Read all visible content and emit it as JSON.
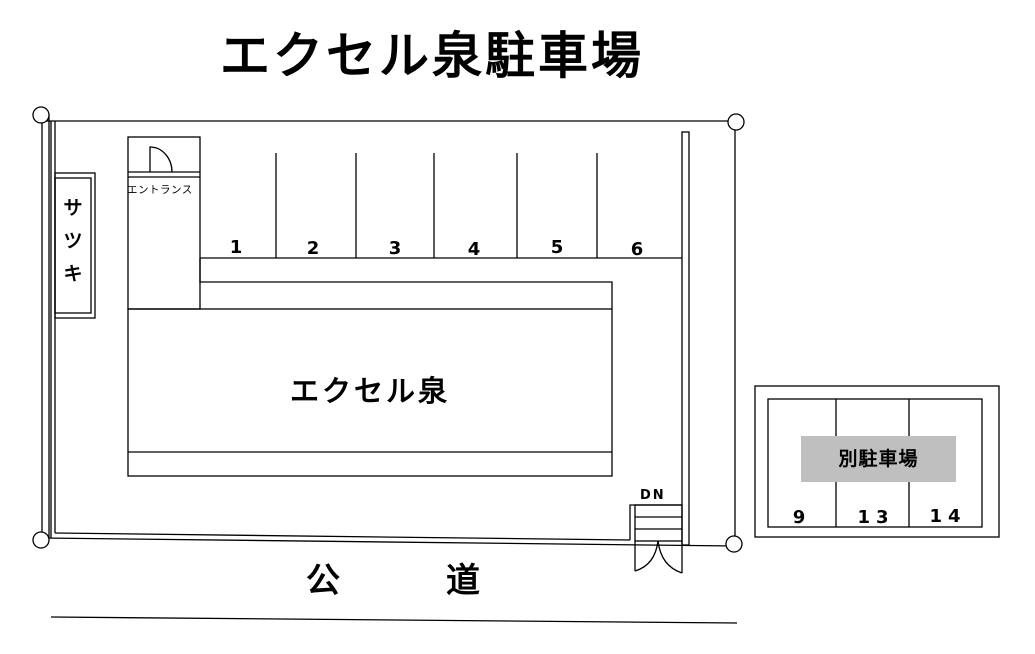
{
  "title": "エクセル泉駐車場",
  "building": {
    "name": "エクセル泉"
  },
  "neighbor": {
    "name": "サツキ"
  },
  "entrance": {
    "label": "エントランス"
  },
  "stairs": {
    "label": "DN"
  },
  "road": {
    "label": "公　道"
  },
  "parking": {
    "spots": [
      {
        "number": "1"
      },
      {
        "number": "2"
      },
      {
        "number": "3"
      },
      {
        "number": "4"
      },
      {
        "number": "5"
      },
      {
        "number": "6"
      }
    ]
  },
  "annex_parking": {
    "label": "別駐車場",
    "label_bg": "#bfbfbf",
    "spots": [
      {
        "number": "9"
      },
      {
        "number": "13"
      },
      {
        "number": "14"
      }
    ]
  },
  "colors": {
    "line": "#000000",
    "background": "#ffffff",
    "annex_label_bg": "#bfbfbf"
  }
}
